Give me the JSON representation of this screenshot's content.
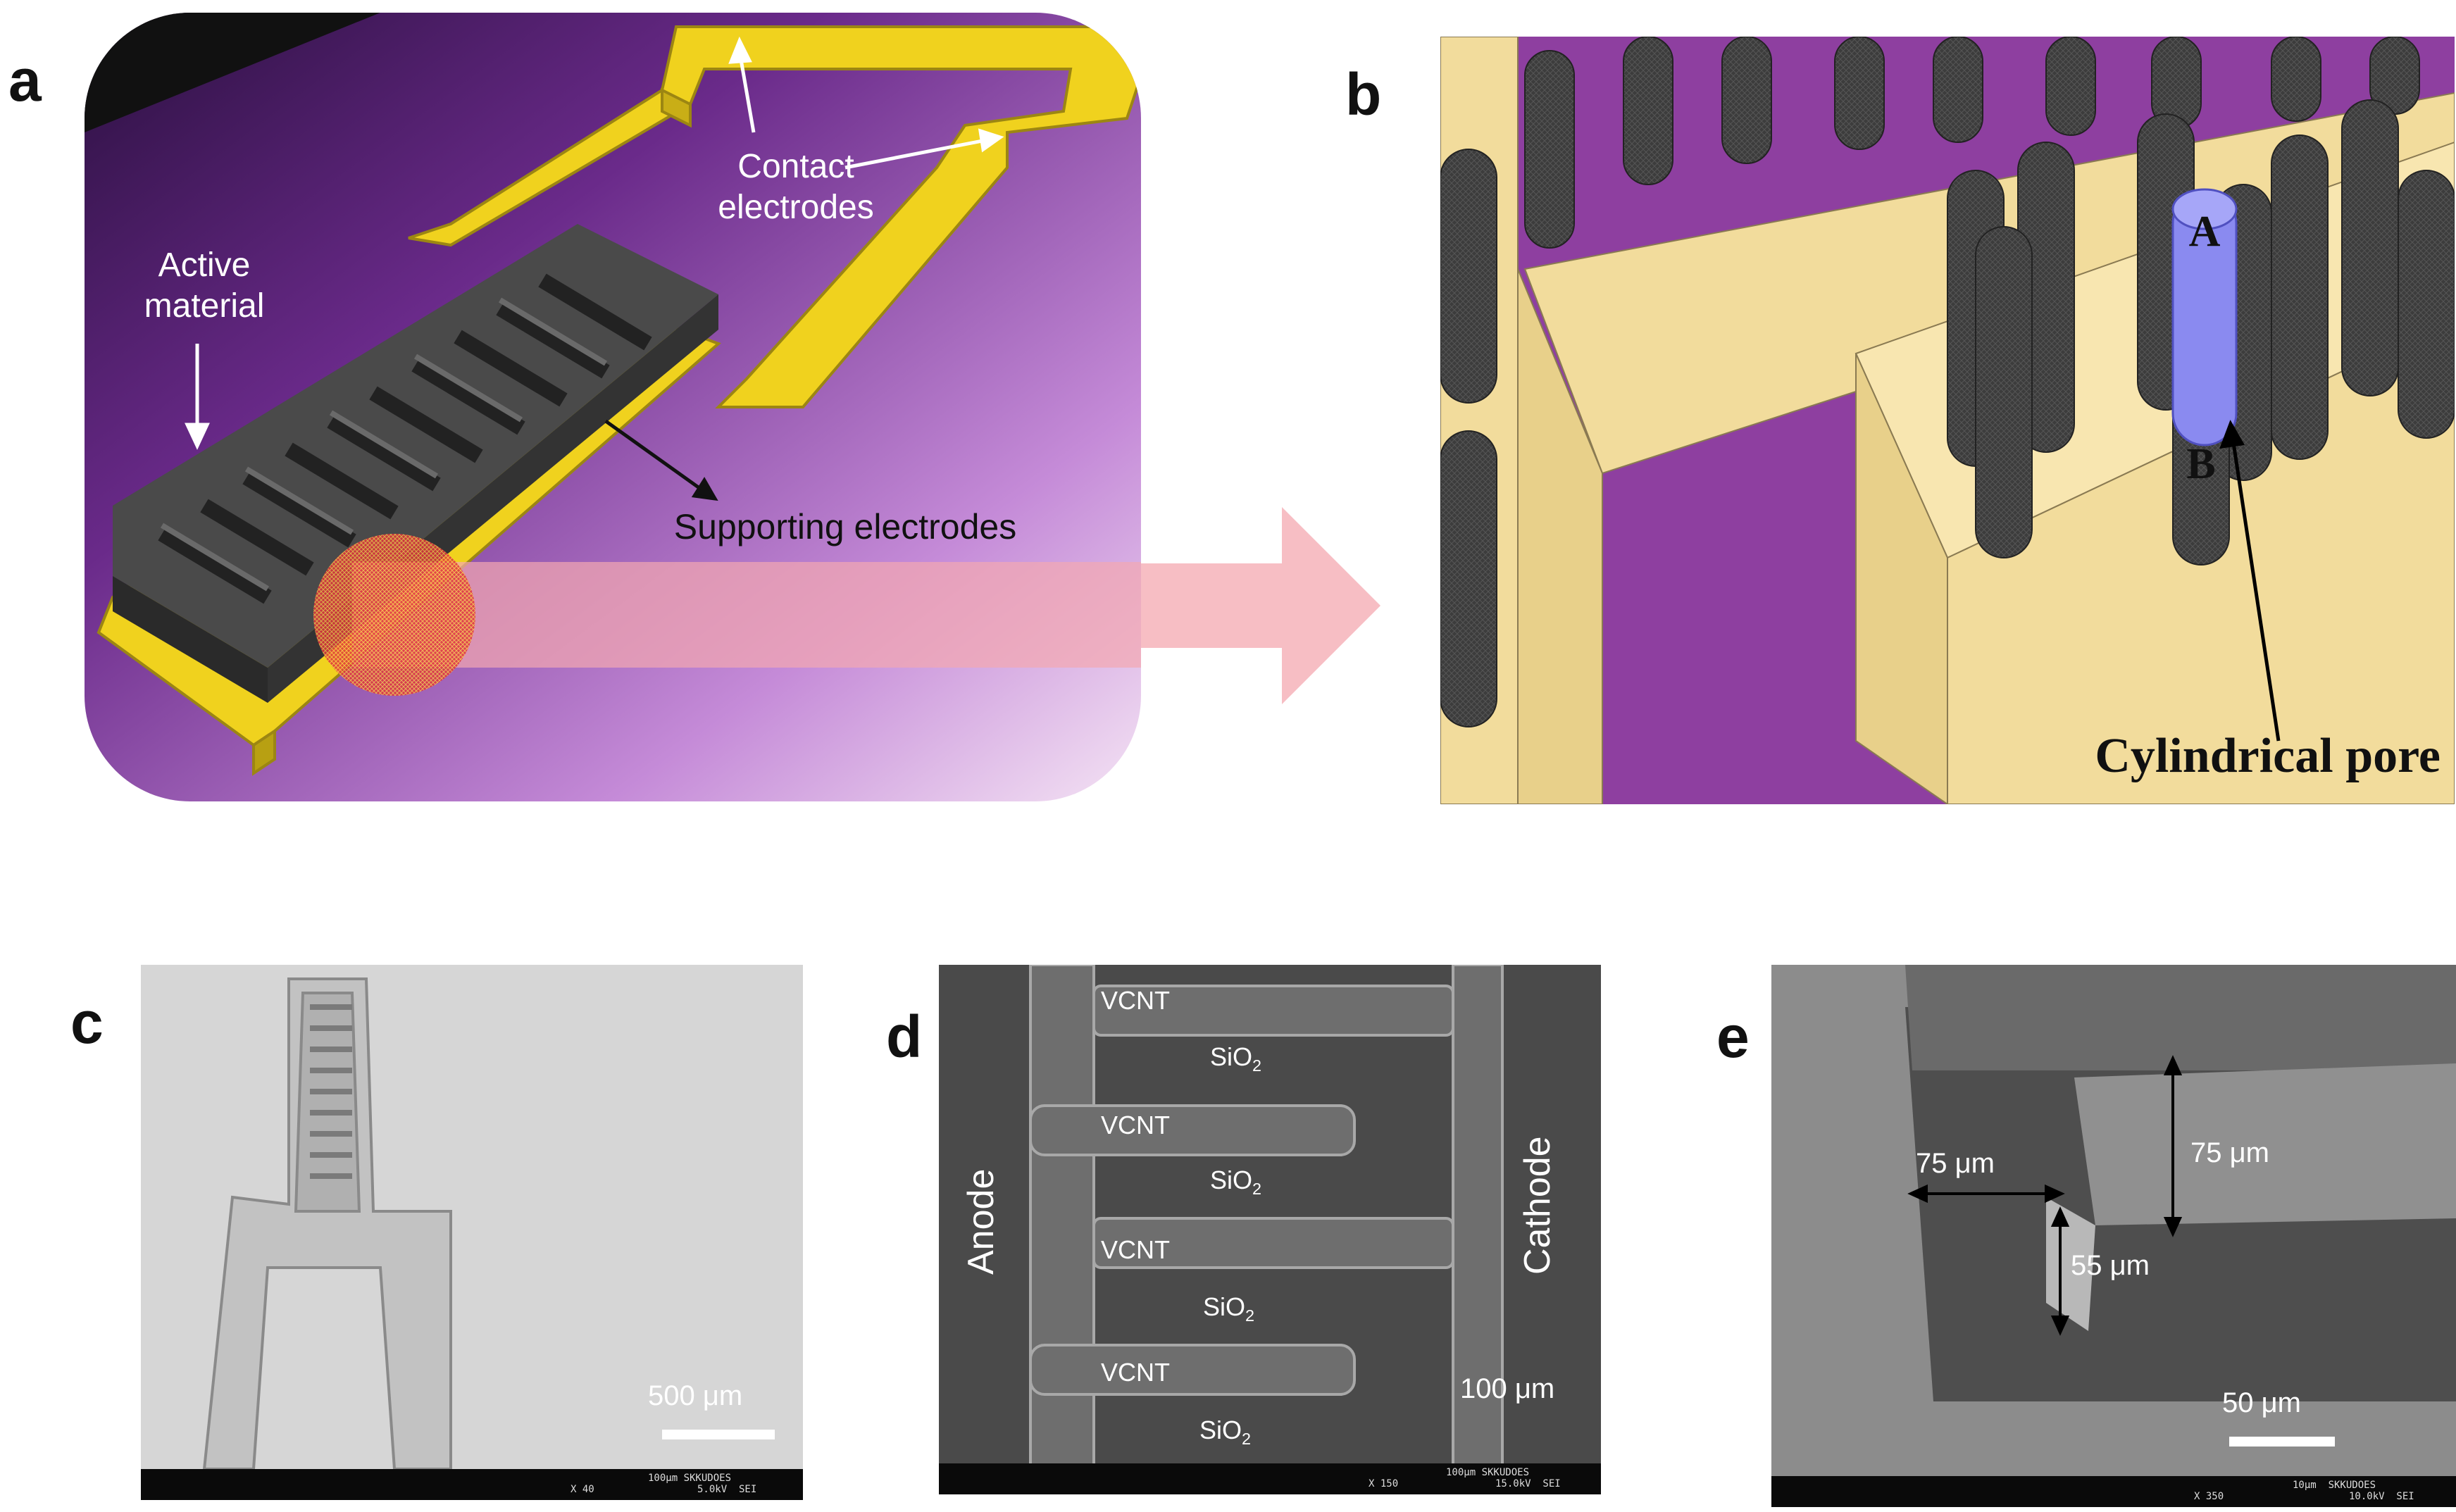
{
  "panels": {
    "a": {
      "letter": "a",
      "labels": {
        "contact": "Contact\nelectrodes",
        "active": "Active\nmaterial",
        "supporting": "Supporting electrodes"
      },
      "colors": {
        "electrode": "#F0D21E",
        "active": "#3A3A3A",
        "background": "#6B2A86",
        "arrow": "#F2A0A6"
      }
    },
    "b": {
      "letter": "b",
      "labels": {
        "top": "A",
        "bottom": "B",
        "pore": "Cylindrical pore"
      },
      "colors": {
        "substrate": "#F2DC9C",
        "floor": "#8E3FA0",
        "pillars": "#3C3C3C",
        "pore": "#8A8AF0"
      }
    },
    "c": {
      "letter": "c",
      "scale_label": "500 μm",
      "sem_footer": {
        "mag": "X 40",
        "bar": "100μm SKKUDOES",
        "kv": "5.0kV  SEI"
      }
    },
    "d": {
      "letter": "d",
      "anode": "Anode",
      "cathode": "Cathode",
      "vcnt": [
        "VCNT",
        "VCNT",
        "VCNT",
        "VCNT"
      ],
      "sio2": "SiO",
      "sio2_sub": "2",
      "scale_label": "100 μm",
      "sem_footer": {
        "mag": "X 150",
        "bar": "100μm SKKUDOES",
        "kv": "15.0kV  SEI"
      }
    },
    "e": {
      "letter": "e",
      "dim_width": "75 μm",
      "dim_height": "75 μm",
      "dim_depth": "55 μm",
      "scale_label": "50 μm",
      "sem_footer": {
        "mag": "X 350",
        "bar": "10μm  SKKUDOES",
        "kv": "10.0kV  SEI"
      }
    }
  }
}
